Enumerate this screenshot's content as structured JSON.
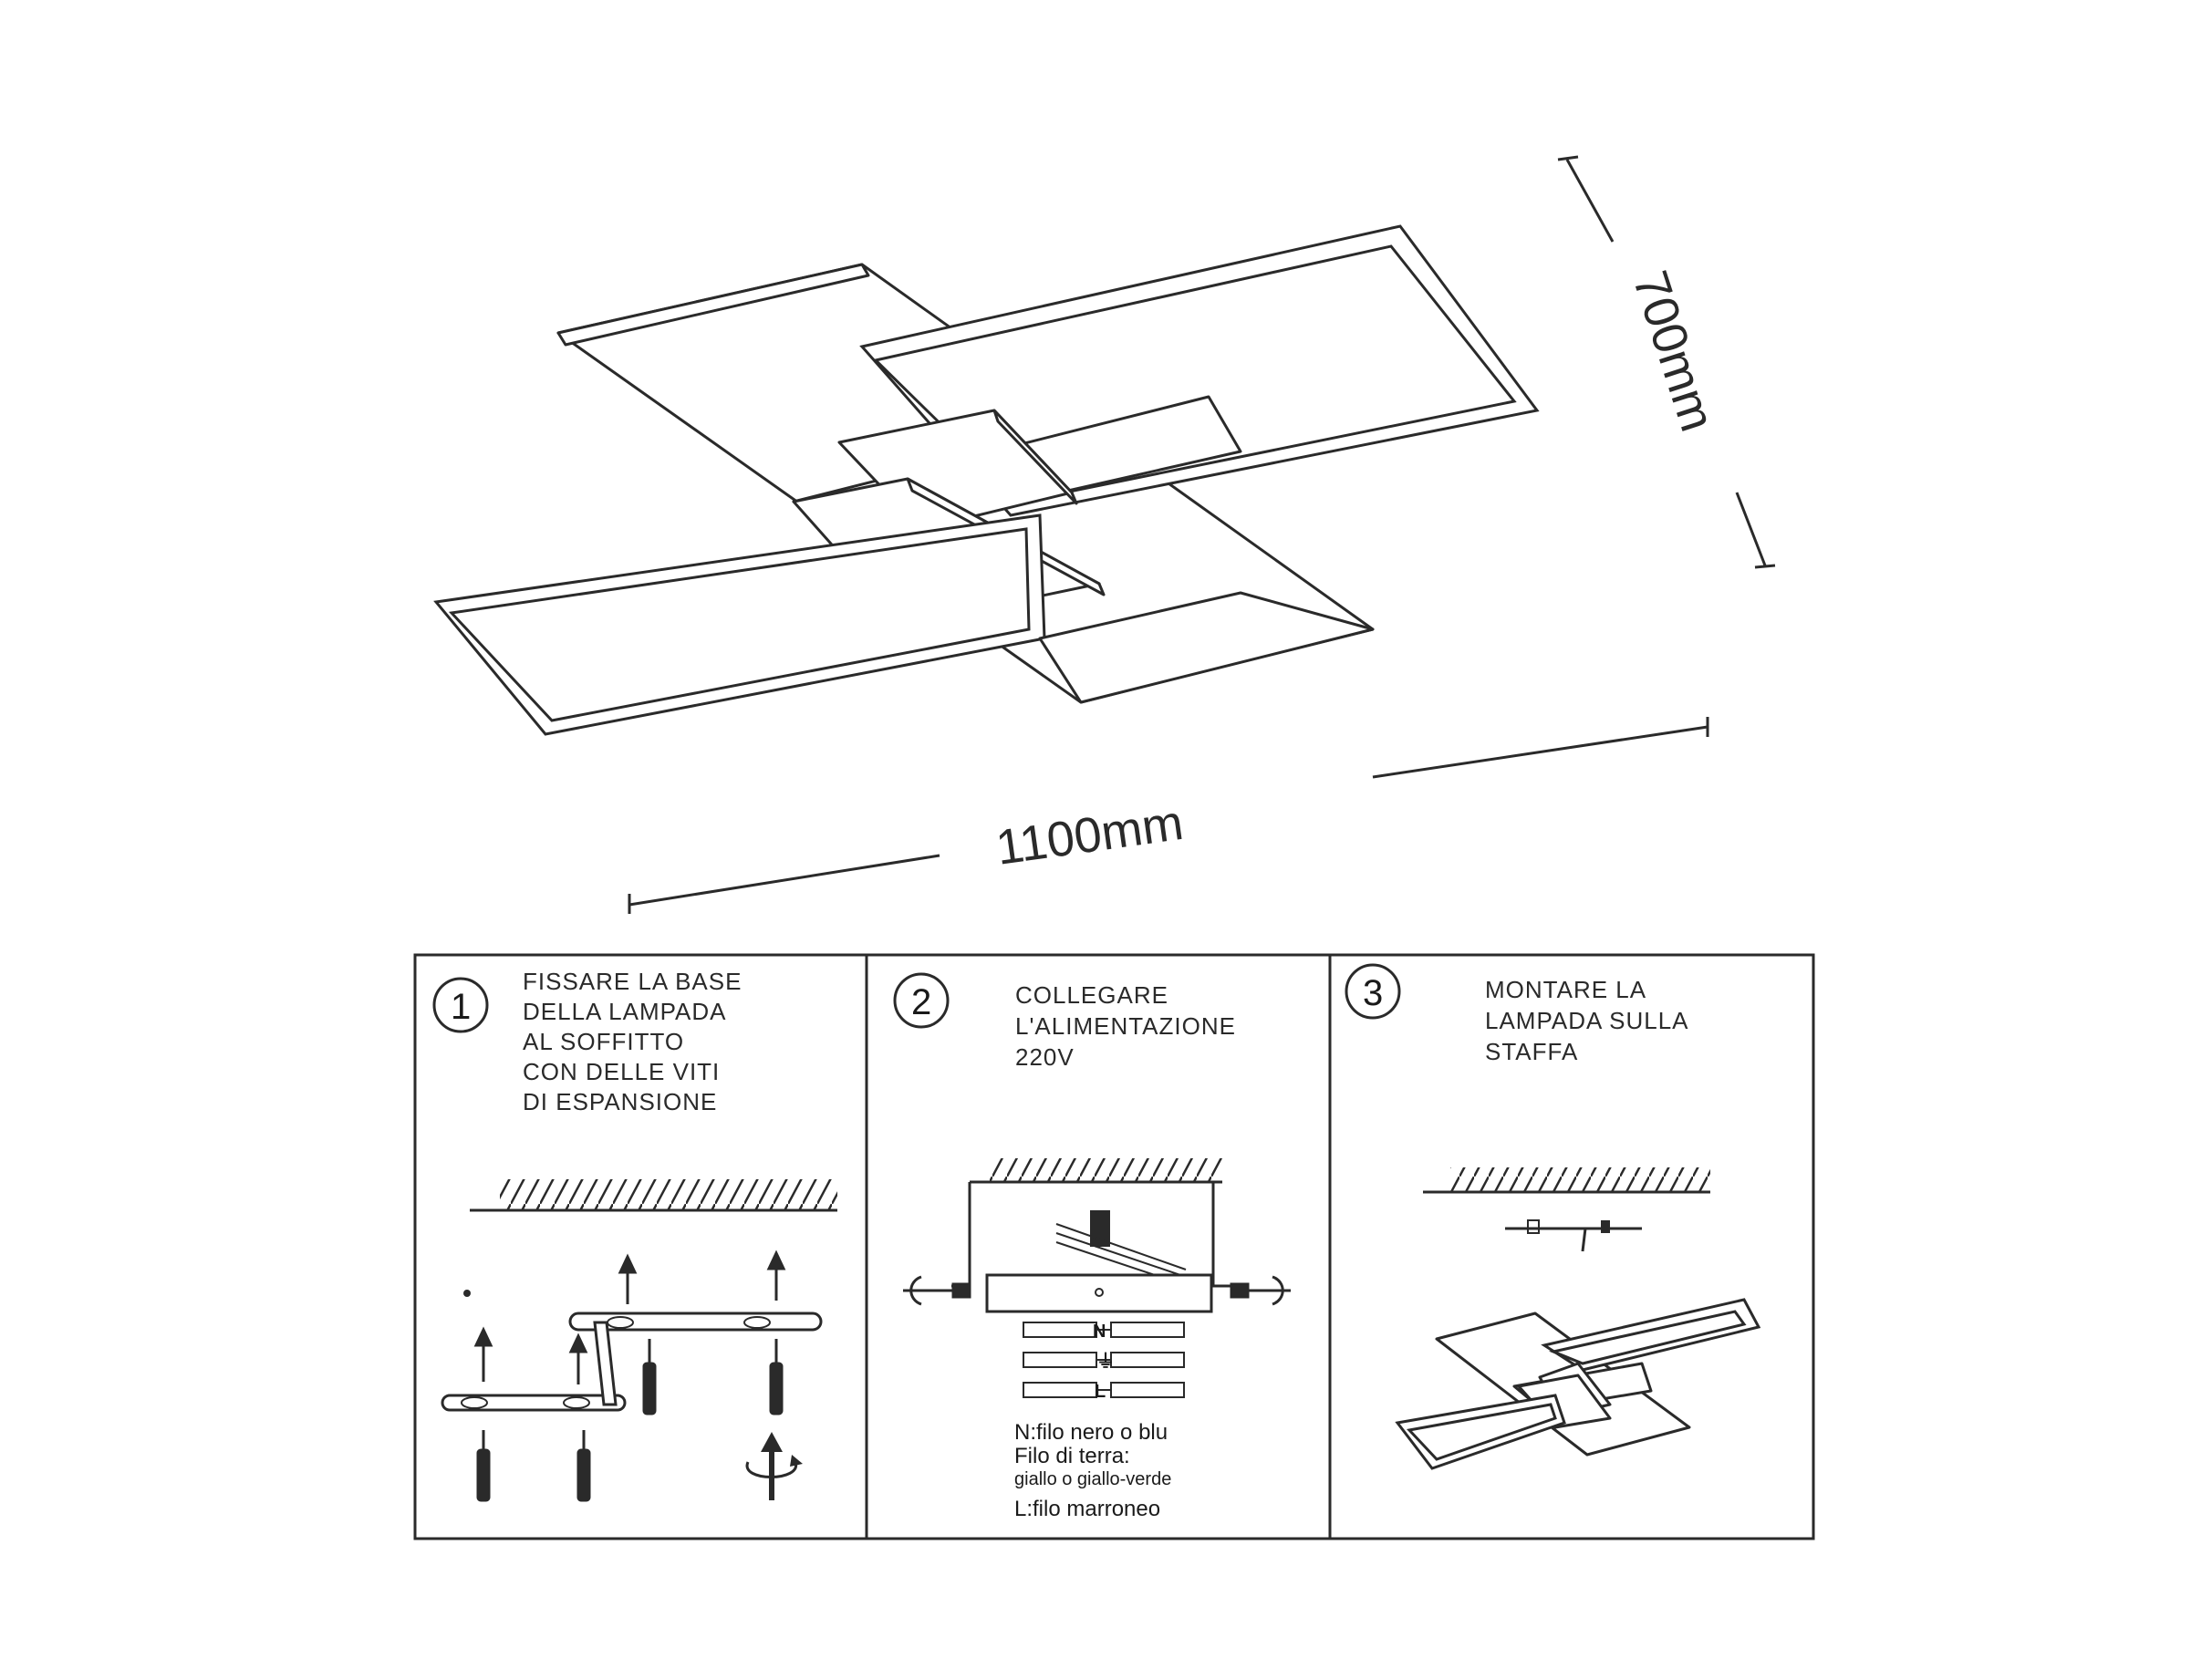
{
  "dimensions": {
    "width_label": "1100mm",
    "height_label": "700mm"
  },
  "steps": [
    {
      "number": "1",
      "lines": [
        "FISSARE LA BASE",
        "DELLA LAMPADA",
        "AL SOFFITTO",
        "CON DELLE VITI",
        "DI  ESPANSIONE"
      ]
    },
    {
      "number": "2",
      "lines": [
        "COLLEGARE",
        "L'ALIMENTAZIONE",
        "220V"
      ],
      "wires": [
        "N",
        "⏚",
        "L"
      ],
      "legend": {
        "n": "N:filo nero o blu",
        "earth_1": "Filo di terra:",
        "earth_2": "giallo o giallo-verde",
        "l": "L:filo marroneo"
      }
    },
    {
      "number": "3",
      "lines": [
        "MONTARE LA",
        "LAMPADA SULLA",
        "STAFFA"
      ]
    }
  ]
}
